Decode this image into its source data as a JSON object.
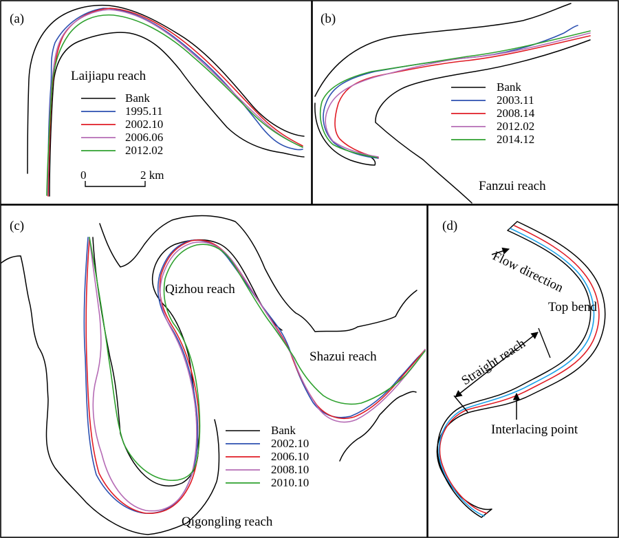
{
  "colors": {
    "bank": "#000000",
    "blue": "#2b4fb0",
    "red": "#e01b24",
    "purple": "#b56bb5",
    "green": "#2ea12e",
    "cyan": "#1aa0e8"
  },
  "panels": {
    "a": {
      "tag": "(a)",
      "reach": "Laijiapu reach",
      "scale": {
        "zero": "0",
        "end": "2 km"
      },
      "legend": [
        {
          "label": "Bank",
          "color": "#000000"
        },
        {
          "label": "1995.11",
          "color": "#2b4fb0"
        },
        {
          "label": "2002.10",
          "color": "#e01b24"
        },
        {
          "label": "2006.06",
          "color": "#b56bb5"
        },
        {
          "label": "2012.02",
          "color": "#2ea12e"
        }
      ]
    },
    "b": {
      "tag": "(b)",
      "reach": "Fanzui reach",
      "legend": [
        {
          "label": "Bank",
          "color": "#000000"
        },
        {
          "label": "2003.11",
          "color": "#2b4fb0"
        },
        {
          "label": "2008.14",
          "color": "#e01b24"
        },
        {
          "label": "2012.02",
          "color": "#b56bb5"
        },
        {
          "label": "2014.12",
          "color": "#2ea12e"
        }
      ]
    },
    "c": {
      "tag": "(c)",
      "reaches": {
        "qizhou": "Qizhou reach",
        "shazui": "Shazui reach",
        "qigongling": "Qigongling reach"
      },
      "legend": [
        {
          "label": "Bank",
          "color": "#000000"
        },
        {
          "label": "2002.10",
          "color": "#2b4fb0"
        },
        {
          "label": "2006.10",
          "color": "#e01b24"
        },
        {
          "label": "2008.10",
          "color": "#b56bb5"
        },
        {
          "label": "2010.10",
          "color": "#2ea12e"
        }
      ]
    },
    "d": {
      "tag": "(d)",
      "flow": "Flow direction",
      "top_bend": "Top bend",
      "straight": "Straight reach",
      "interlacing": "Interlacing point"
    }
  }
}
